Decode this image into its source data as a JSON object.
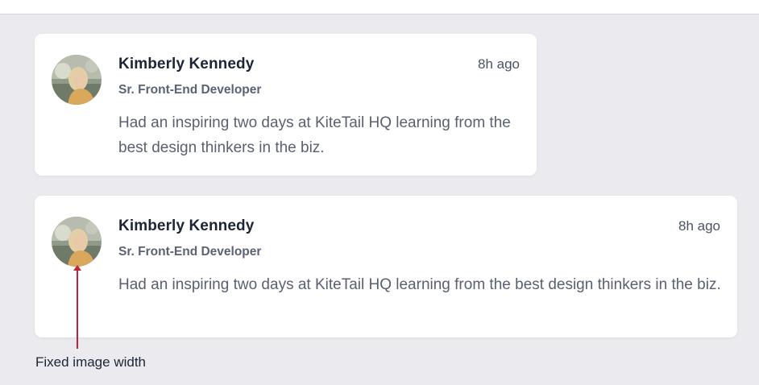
{
  "posts": [
    {
      "author": "Kimberly Kennedy",
      "time": "8h ago",
      "role": "Sr. Front-End Developer",
      "message": "Had an inspiring two days at KiteTail HQ learning from the best design thinkers in the biz."
    },
    {
      "author": "Kimberly Kennedy",
      "time": "8h ago",
      "role": "Sr. Front-End Developer",
      "message": "Had an inspiring two days at KiteTail HQ learning from the best design thinkers in the biz."
    }
  ],
  "annotation": {
    "label": "Fixed image width",
    "color": "#c0243a"
  },
  "colors": {
    "background": "#ebeaef",
    "card": "#ffffff",
    "name": "#1d2535",
    "body_text": "#5a6070"
  }
}
